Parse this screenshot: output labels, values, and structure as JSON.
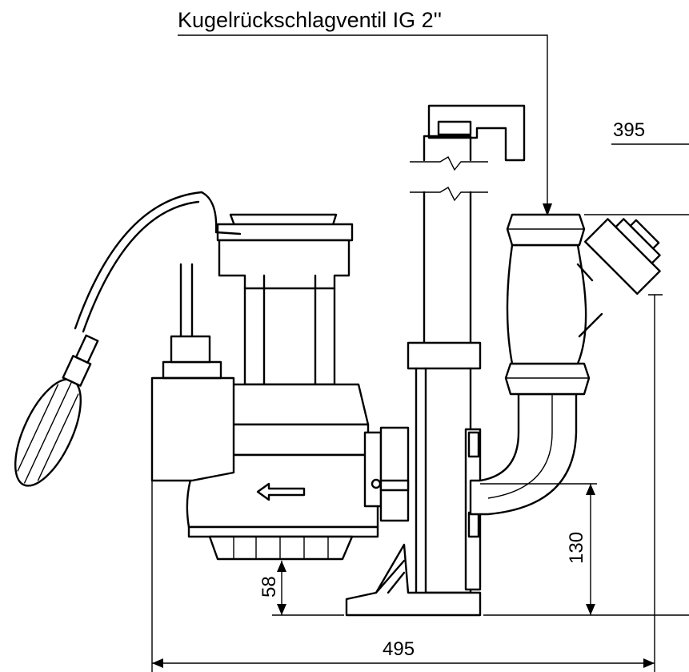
{
  "diagram": {
    "callout_label": "Kugelrückschlagventil IG 2''",
    "dimensions": {
      "top_width": "395",
      "overall_width": "495",
      "outlet_height": "130",
      "inlet_height": "58"
    }
  },
  "colors": {
    "line": "#000000",
    "background": "#ffffff"
  }
}
